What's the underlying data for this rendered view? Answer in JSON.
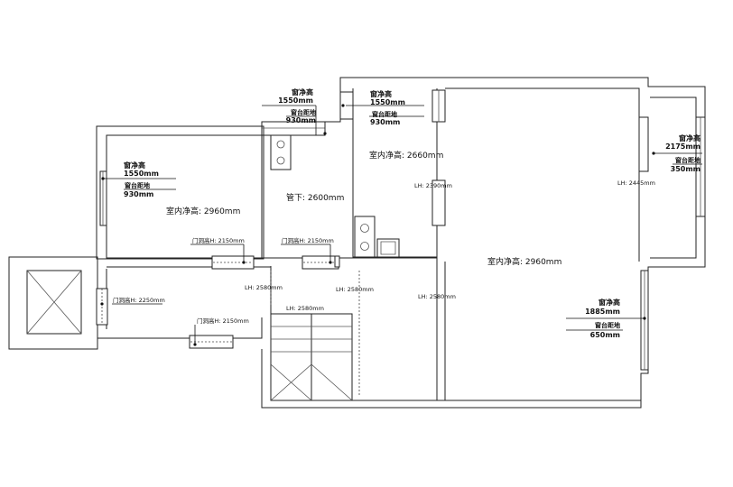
{
  "annotations": {
    "top_left_window": {
      "title": "窗净高",
      "height": "1550mm",
      "sill_title": "窗台距地",
      "sill": "930mm"
    },
    "top_center_window": {
      "title": "窗净高",
      "height": "1550mm",
      "sill_title": "窗台距地",
      "sill": "930mm"
    },
    "left_room_window": {
      "title": "窗净高",
      "height": "1550mm",
      "sill_title": "窗台距地",
      "sill": "930mm"
    },
    "right_window": {
      "title": "窗净高",
      "height": "2175mm",
      "sill_title": "窗台距地",
      "sill": "350mm"
    },
    "bottom_right_window": {
      "title": "窗净高",
      "height": "1885mm",
      "sill_title": "窗台距地",
      "sill": "650mm"
    }
  },
  "room_heights": {
    "left_room": "室内净高: 2960mm",
    "kitchen": "室内净高: 2660mm",
    "under_pipe": "管下: 2600mm",
    "main_room": "室内净高: 2960mm"
  },
  "door_heights": {
    "left_room_door": "门洞高H: 2150mm",
    "center_door": "门洞高H: 2150mm",
    "corridor_left": "门洞高H: 2250mm",
    "corridor_bottom": "门洞高H: 2150mm"
  },
  "level_heights": {
    "kitchen_lh": "LH: 2390mm",
    "right_lh": "LH: 2445mm",
    "corridor_lh_1": "LH: 2580mm",
    "corridor_lh_2": "LH: 2580mm",
    "main_lh": "LH: 2580mm",
    "stair_lh": "LH: 2580mm"
  }
}
